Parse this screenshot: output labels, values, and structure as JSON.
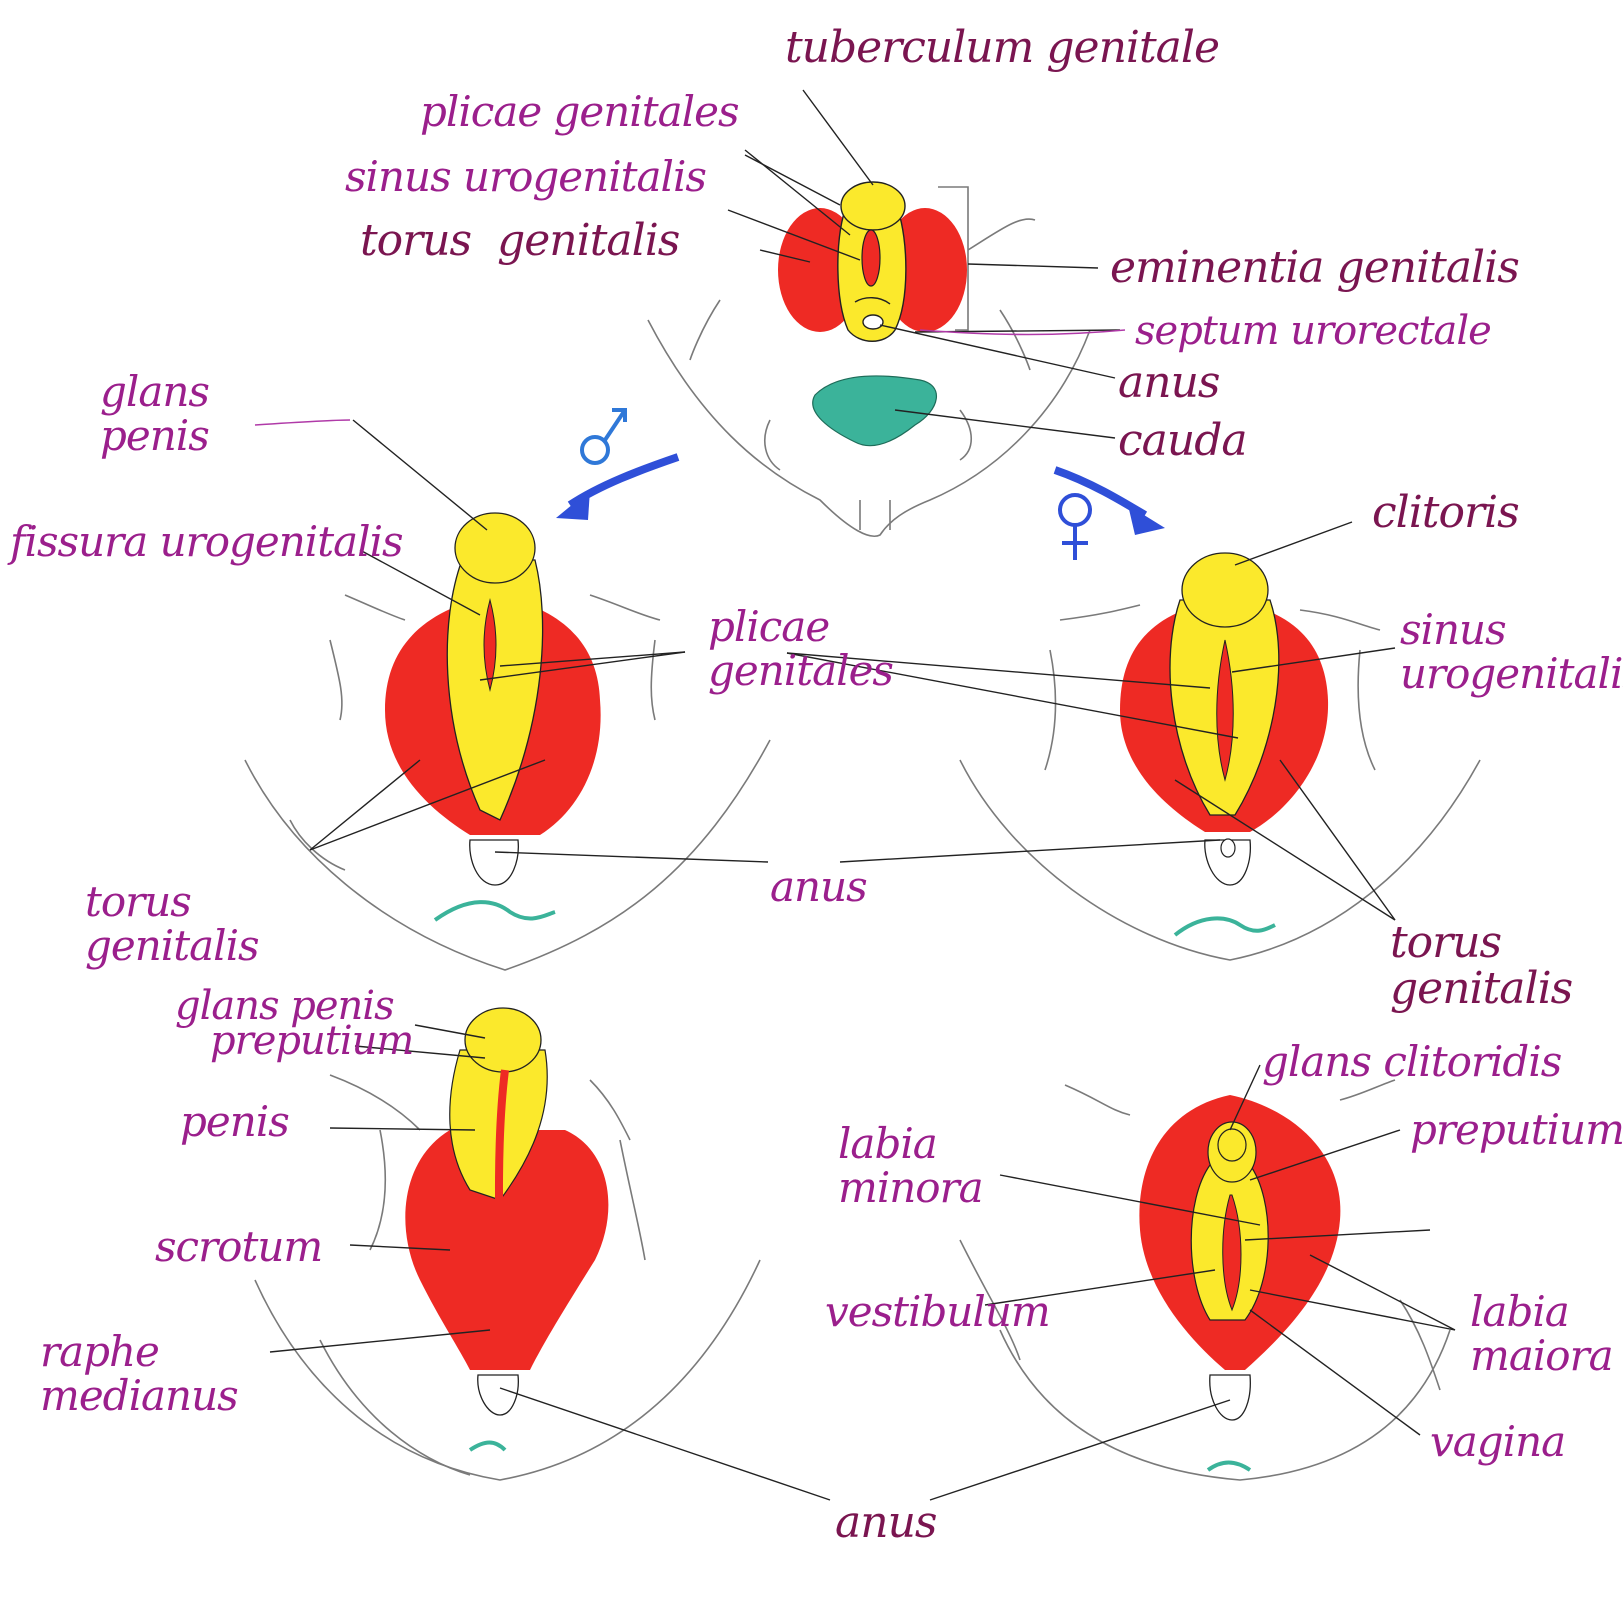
{
  "colors": {
    "label": "#9b1f8c",
    "label_dark": "#7a1550",
    "red": "#ee2a24",
    "yellow": "#fbe92c",
    "teal": "#3bb39a",
    "arrow_blue": "#2f4fd8",
    "leader": "#222222",
    "outline": "#7a7a7a"
  },
  "labels": {
    "tuberculum": "tuberculum genitale",
    "plicae_top": "plicae genitales",
    "sinus_top": "sinus urogenitalis",
    "torus_top": "torus  genitalis",
    "eminentia": "eminentia genitalis",
    "septum": "septum urorectale",
    "anus_top": "anus",
    "cauda": "cauda",
    "glans_penis": "glans\npenis",
    "fissura": "fissura urogenitalis",
    "plicae_mid": "plicae\ngenitales",
    "anus_mid": "anus",
    "torus_mid_left": "torus\ngenitalis",
    "clitoris": "clitoris",
    "sinus_mid": "sinus\nurogenitalis",
    "torus_mid_right": "torus\ngenitalis",
    "glans_penis_bot": "glans penis",
    "preputium_male": "preputium",
    "penis": "penis",
    "scrotum": "scrotum",
    "raphe": "raphe\nmedianus",
    "glans_clitoridis": "glans clitoridis",
    "labia_minora": "labia\nminora",
    "preputium_female": "preputium",
    "vestibulum": "vestibulum",
    "labia_maiora": "labia\nmaiora",
    "vagina": "vagina",
    "anus_bottom": "anus"
  },
  "symbols": {
    "male": "male-symbol",
    "female": "female-symbol",
    "arrow_male": "arrow-left",
    "arrow_female": "arrow-right"
  }
}
